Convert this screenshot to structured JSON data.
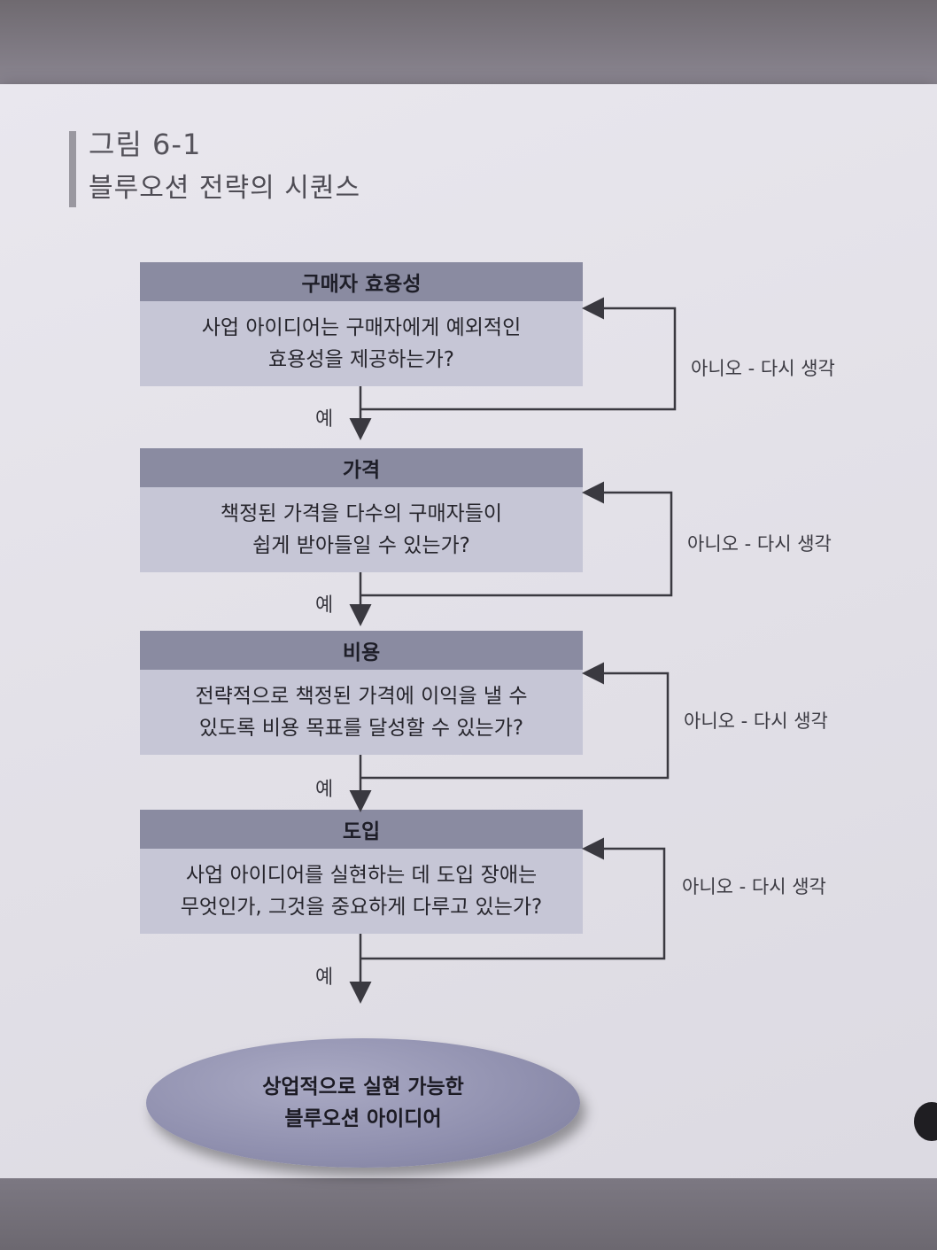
{
  "figure": {
    "label": "그림 6-1",
    "title": "블루오션 전략의 시퀀스"
  },
  "steps": [
    {
      "head": "구매자 효용성",
      "line1": "사업 아이디어는 구매자에게 예외적인",
      "line2": "효용성을 제공하는가?",
      "yes": "예",
      "no": "아니오 - 다시 생각"
    },
    {
      "head": "가격",
      "line1": "책정된 가격을 다수의 구매자들이",
      "line2": "쉽게 받아들일 수 있는가?",
      "yes": "예",
      "no": "아니오 - 다시 생각"
    },
    {
      "head": "비용",
      "line1": "전략적으로 책정된 가격에 이익을 낼 수",
      "line2": "있도록 비용 목표를 달성할 수 있는가?",
      "yes": "예",
      "no": "아니오 - 다시 생각"
    },
    {
      "head": "도입",
      "line1": "사업 아이디어를 실현하는 데 도입 장애는",
      "line2": "무엇인가, 그것을 중요하게 다루고 있는가?",
      "yes": "예",
      "no": "아니오 - 다시 생각"
    }
  ],
  "result": {
    "line1": "상업적으로 실현 가능한",
    "line2": "블루오션 아이디어"
  }
}
